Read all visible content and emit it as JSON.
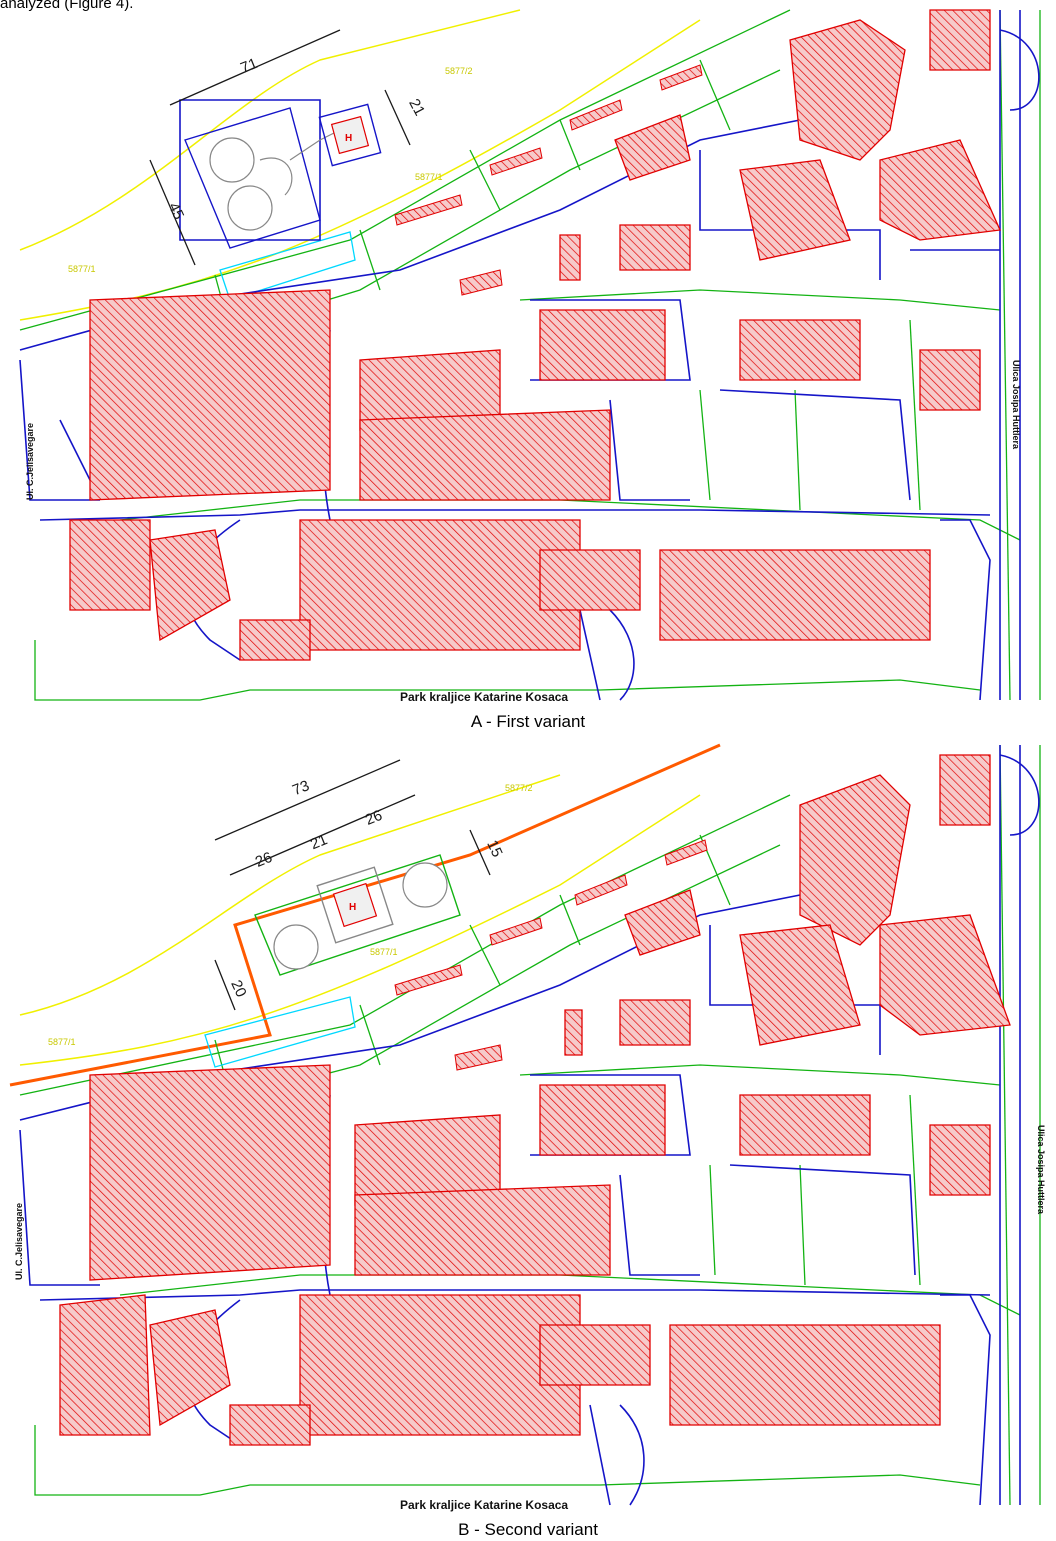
{
  "intro_text": "analyzed (Figure 4).",
  "colors": {
    "building_fill": "#f6c9c9",
    "building_stroke": "#e10000",
    "hatch": "#e10000",
    "road": "#1515c8",
    "parcel": "#13b313",
    "river": "#f0f000",
    "cyan": "#00d8ff",
    "embankment": "#ff5a00",
    "dimension": "#1a1a1a"
  },
  "icons": {
    "helipad": "helipad-icon",
    "tank": "storage-tank-icon"
  },
  "plan_a": {
    "caption": "A - First variant",
    "park_label": "Park kraljice Katarine Kosaca",
    "street_right": "Ulica Josipa Huttlera",
    "street_left": "Ul. C.Jelisavegare",
    "dimensions": [
      "71",
      "21",
      "45"
    ],
    "parcel_labels": [
      "5877/2",
      "5877/1",
      "5877/1"
    ]
  },
  "plan_b": {
    "caption": "B - Second variant",
    "park_label": "Park kraljice Katarine Kosaca",
    "street_right": "Ulica Josipa Huttlera",
    "street_left": "Ul. C.Jelisavegare",
    "dimensions": [
      "73",
      "26",
      "21",
      "26",
      "15",
      "20"
    ],
    "parcel_labels": [
      "5877/2",
      "5877/1",
      "5877/1"
    ]
  }
}
